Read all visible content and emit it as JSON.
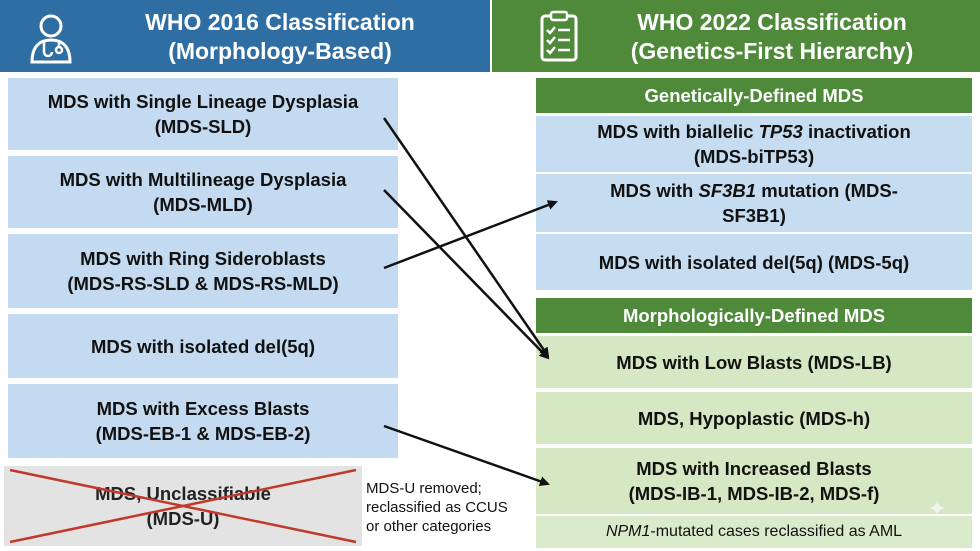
{
  "left_header": {
    "line1": "WHO 2016 Classification",
    "line2": "(Morphology-Based)",
    "icon": "doctor-icon"
  },
  "right_header": {
    "line1": "WHO 2022 Classification",
    "line2": "(Genetics-First Hierarchy)",
    "icon": "clipboard-checklist-icon"
  },
  "left_boxes": [
    {
      "line1": "MDS with Single Lineage Dysplasia",
      "line2": "(MDS-SLD)"
    },
    {
      "line1": "MDS with Multilineage Dysplasia",
      "line2": "(MDS-MLD)"
    },
    {
      "line1": "MDS with Ring Sideroblasts",
      "line2": "(MDS-RS-SLD & MDS-RS-MLD)"
    },
    {
      "line1": "MDS with isolated del(5q)",
      "line2": ""
    },
    {
      "line1": "MDS with Excess Blasts",
      "line2": "(MDS-EB-1 & MDS-EB-2)"
    }
  ],
  "unclassifiable": {
    "line1": "MDS, Unclassifiable",
    "line2": "(MDS-U)",
    "status": "removed"
  },
  "removed_note": {
    "line1": "MDS-U removed;",
    "line2": "reclassified as CCUS",
    "line3": "or other categories"
  },
  "genetic_band": "Genetically-Defined MDS",
  "genetic_boxes": [
    {
      "pre": "MDS with biallelic ",
      "em": "TP53",
      "post": " inactivation",
      "line2": "(MDS-biTP53)"
    },
    {
      "pre": "MDS with ",
      "em": "SF3B1",
      "post": " mutation (MDS-",
      "line2": "SF3B1)"
    },
    {
      "pre": "MDS with isolated del(5q) (MDS-5q)",
      "em": "",
      "post": "",
      "line2": ""
    }
  ],
  "morph_band": "Morphologically-Defined MDS",
  "morph_boxes": [
    {
      "line1": "MDS with Low Blasts (MDS-LB)",
      "line2": ""
    },
    {
      "line1": "MDS, Hypoplastic (MDS-h)",
      "line2": ""
    },
    {
      "line1": "MDS with Increased Blasts",
      "line2": "(MDS-IB-1, MDS-IB-2, MDS-f)"
    }
  ],
  "npm_note": {
    "em": "NPM1",
    "rest": "-mutated cases reclassified as AML"
  },
  "colors": {
    "left_header": "#2f6ea3",
    "right_header": "#4f8a3a",
    "left_box": "#c4daf0",
    "green_box": "#d6e8c3",
    "arrow": "#111111",
    "cross": "#c0392b"
  }
}
